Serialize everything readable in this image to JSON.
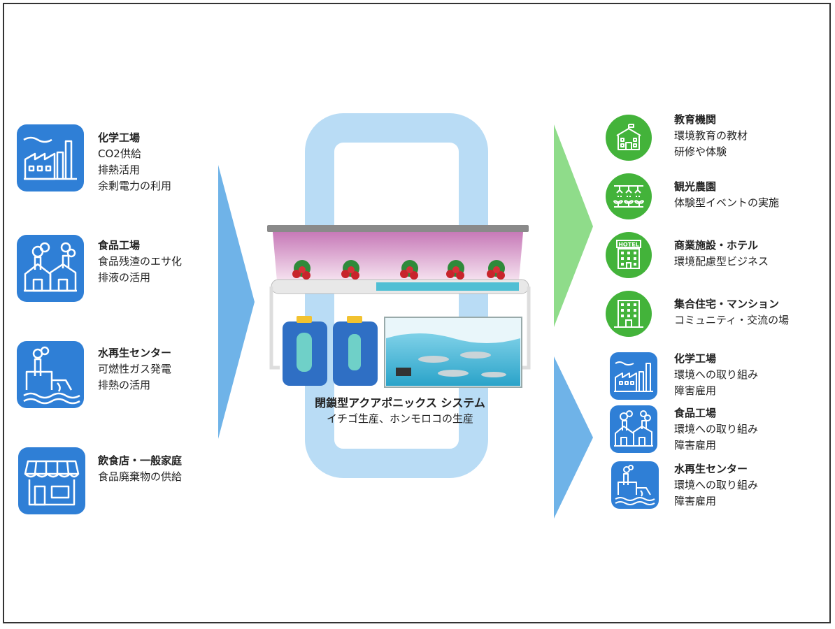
{
  "colors": {
    "blue": "#2f7fd6",
    "green": "#43b33a",
    "loop": "#b9dcf5",
    "arrow_blue": "#6fb3e8",
    "arrow_green": "#8fdc8a"
  },
  "left": [
    {
      "title": "化学工場",
      "lines": [
        "CO2供給",
        "排熱活用",
        "余剰電力の利用"
      ],
      "icon": "chemical-factory-icon"
    },
    {
      "title": "食品工場",
      "lines": [
        "食品残渣のエサ化",
        "排液の活用"
      ],
      "icon": "food-factory-icon"
    },
    {
      "title": "水再生センター",
      "lines": [
        "可燃性ガス発電",
        "排熱の活用"
      ],
      "icon": "water-reclamation-icon"
    },
    {
      "title": "飲食店・一般家庭",
      "lines": [
        "食品廃棄物の供給"
      ],
      "icon": "shop-icon"
    }
  ],
  "center": {
    "title": "閉鎖型アクアポニックス システム",
    "subtitle": "イチゴ生産、ホンモロコの生産"
  },
  "right": [
    {
      "title": "教育機関",
      "lines": [
        "環境教育の教材",
        "研修や体験"
      ],
      "icon": "school-icon"
    },
    {
      "title": "観光農園",
      "lines": [
        "体験型イベントの実施"
      ],
      "icon": "farm-sprinkler-icon"
    },
    {
      "title": "商業施設・ホテル",
      "lines": [
        "環境配慮型ビジネス"
      ],
      "icon": "hotel-icon",
      "icon_text": "HOTEL"
    },
    {
      "title": "集合住宅・マンション",
      "lines": [
        "コミュニティ・交流の場"
      ],
      "icon": "apartment-icon"
    },
    {
      "title": "化学工場",
      "lines": [
        "環境への取り組み",
        "障害雇用"
      ],
      "icon": "chemical-factory-icon"
    },
    {
      "title": "食品工場",
      "lines": [
        "環境への取り組み",
        "障害雇用"
      ],
      "icon": "food-factory-icon"
    },
    {
      "title": "水再生センター",
      "lines": [
        "環境への取り組み",
        "障害雇用"
      ],
      "icon": "water-reclamation-icon"
    }
  ]
}
